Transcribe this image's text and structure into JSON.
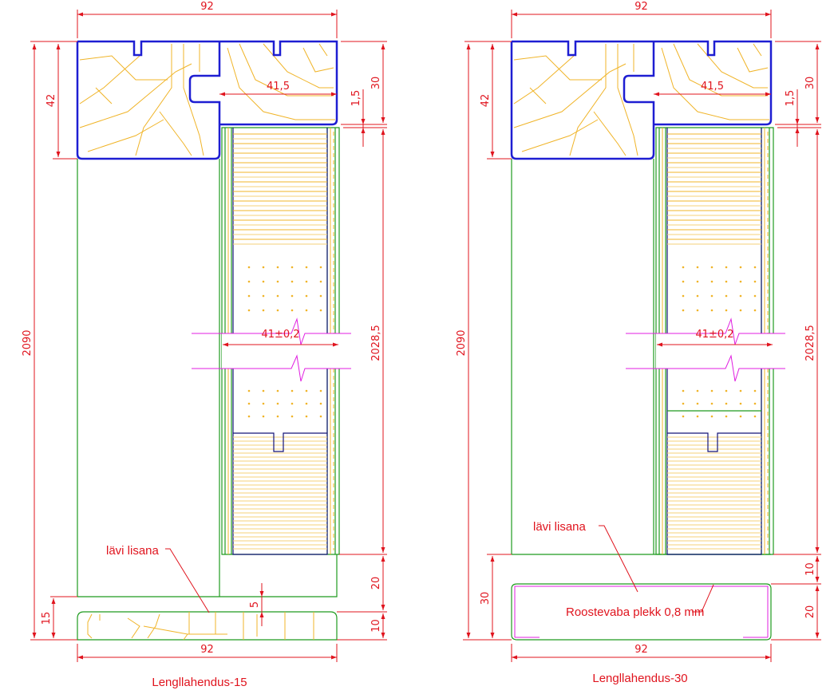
{
  "drawing": {
    "panels": [
      {
        "id": "left",
        "title": "Lengllahendus-15",
        "width_top": "92",
        "width_bottom": "92",
        "frame_height": "42",
        "total_height": "2090",
        "rebate_width": "41,5",
        "head_depth": "30",
        "gap": "1,5",
        "leaf_height": "2028,5",
        "leaf_thickness": "41±0,2",
        "bottom_gap": "20",
        "threshold_height": "10",
        "threshold_offset": "5",
        "threshold_total": "15",
        "threshold_label": "lävi lisana"
      },
      {
        "id": "right",
        "title": "Lengllahendus-30",
        "width_top": "92",
        "width_bottom": "92",
        "frame_height": "42",
        "total_height": "2090",
        "rebate_width": "41,5",
        "head_depth": "30",
        "gap": "1,5",
        "leaf_height": "2028,5",
        "leaf_thickness": "41±0,2",
        "bottom_gap": "10",
        "threshold_height": "20",
        "threshold_total": "30",
        "threshold_label": "lävi lisana",
        "sheet_label": "Roostevaba plekk 0,8 mm"
      }
    ]
  }
}
